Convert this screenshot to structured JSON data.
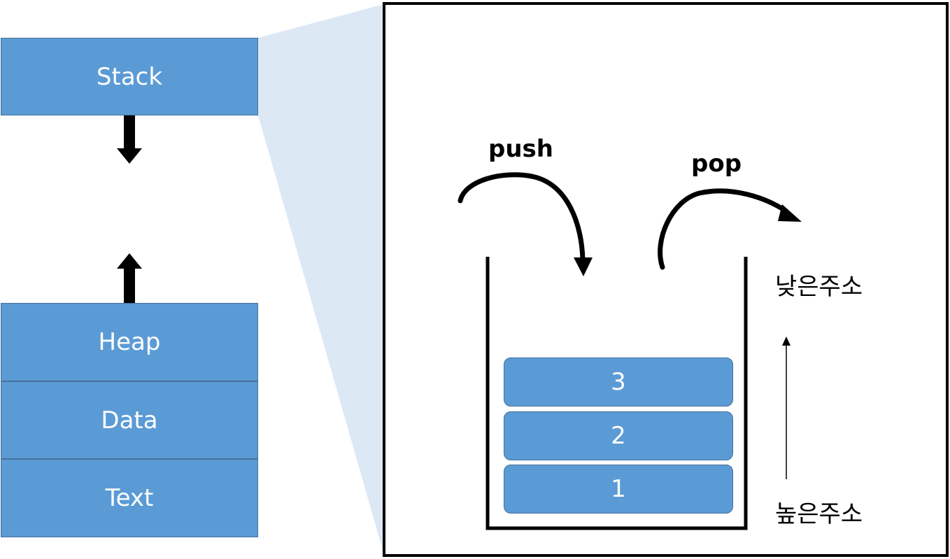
{
  "memory_segments": [
    {
      "label": "Stack"
    },
    {
      "label": "Heap"
    },
    {
      "label": "Data"
    },
    {
      "label": "Text"
    }
  ],
  "stack_detail": {
    "push_label": "push",
    "pop_label": "pop",
    "items": [
      "3",
      "2",
      "1"
    ],
    "low_address_label": "낮은주소",
    "high_address_label": "높은주소"
  },
  "colors": {
    "segment_fill": "#5b9bd5",
    "segment_border": "#41719c",
    "zoom_projection": "#dde8f5",
    "outline": "#000000"
  }
}
